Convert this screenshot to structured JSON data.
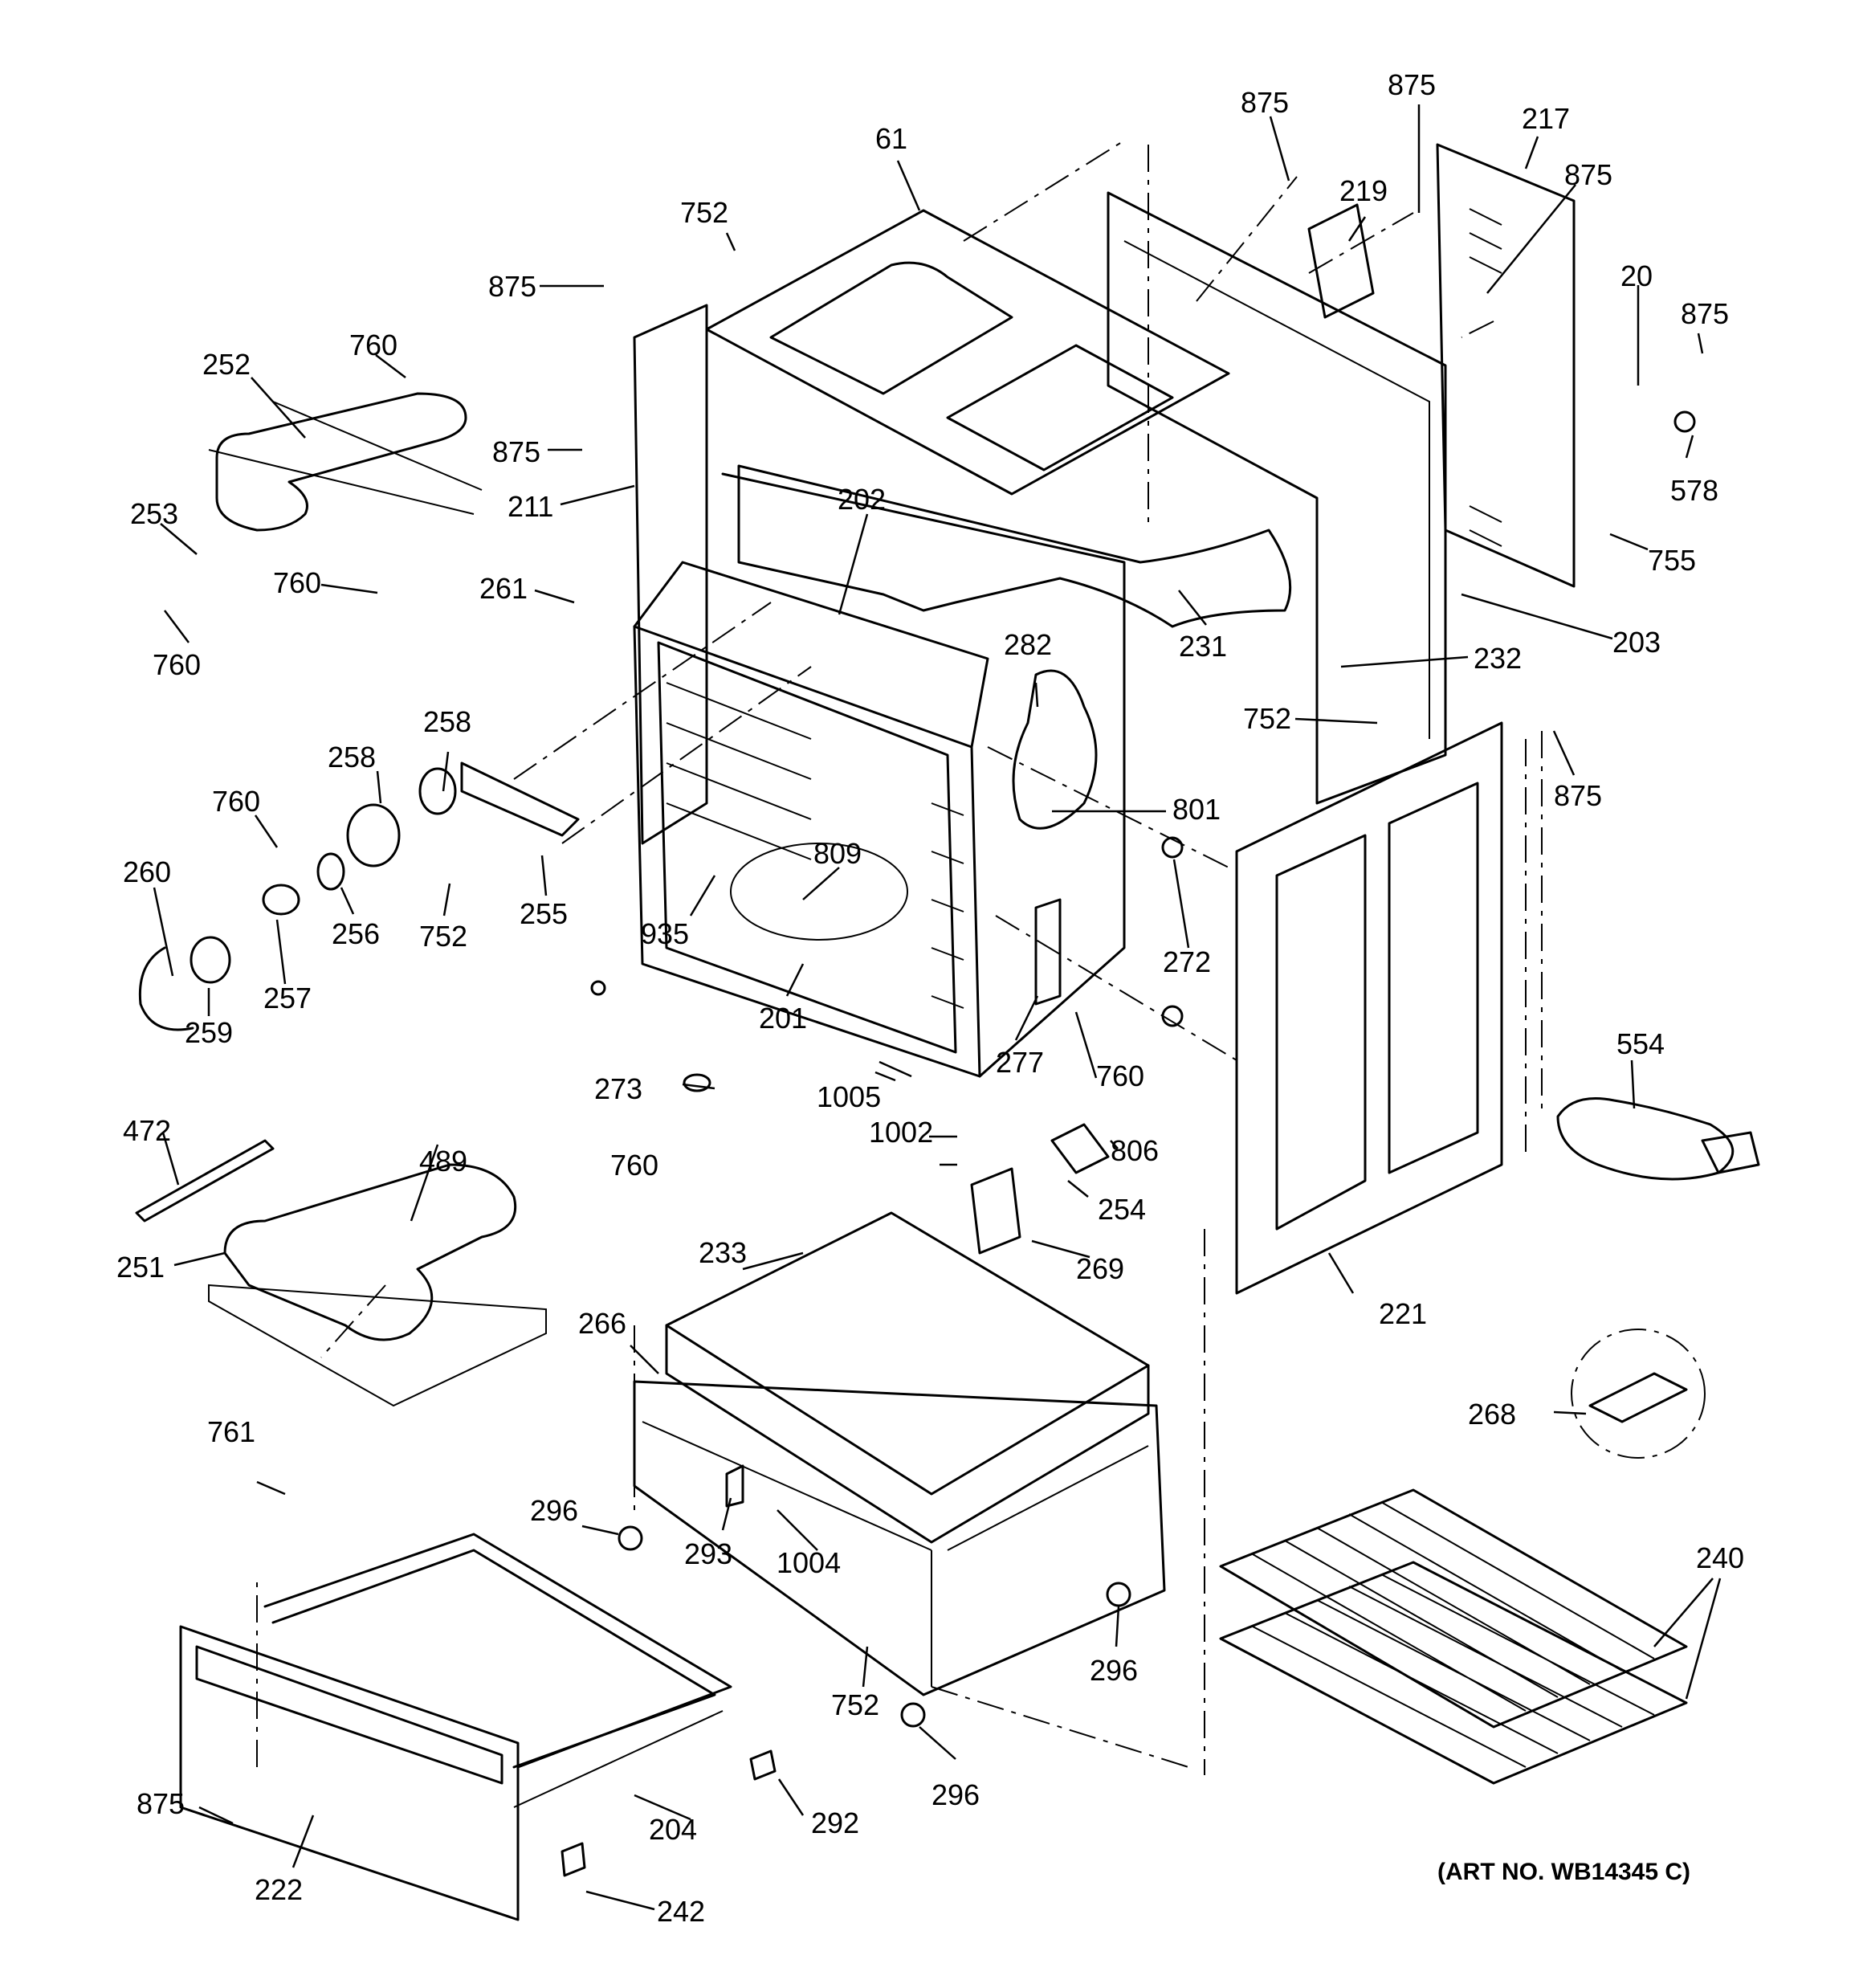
{
  "diagram": {
    "art_number": "(ART NO. WB14345 C)",
    "labels": [
      "875",
      "875",
      "217",
      "219",
      "875",
      "61",
      "752",
      "875",
      "20",
      "875",
      "252",
      "760",
      "578",
      "875",
      "211",
      "253",
      "755",
      "202",
      "261",
      "760",
      "231",
      "203",
      "760",
      "282",
      "232",
      "752",
      "875",
      "258",
      "258",
      "801",
      "760",
      "260",
      "809",
      "255",
      "256",
      "752",
      "935",
      "272",
      "257",
      "259",
      "201",
      "277",
      "554",
      "760",
      "1005",
      "273",
      "472",
      "489",
      "1002",
      "806",
      "760",
      "254",
      "251",
      "233",
      "269",
      "221",
      "266",
      "268",
      "761",
      "296",
      "293",
      "1004",
      "240",
      "296",
      "752",
      "296",
      "875",
      "292",
      "204",
      "222",
      "242"
    ]
  }
}
